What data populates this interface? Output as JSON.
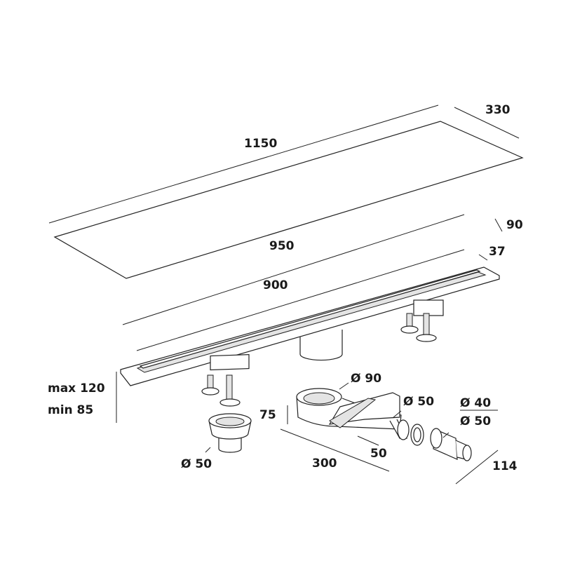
{
  "dimensions": {
    "grate_length": "1150",
    "grate_width": "330",
    "channel_length": "950",
    "channel_width": "90",
    "slot_length": "900",
    "slot_width": "37",
    "height_max": "max 120",
    "height_min": "min 85",
    "vertical_outlet_diameter": "Ø 50",
    "siphon_inlet_diameter": "Ø 90",
    "siphon_outlet_diameter": "Ø 50",
    "adapter_diameter_small": "Ø 40",
    "adapter_diameter_large": "Ø 50",
    "siphon_height": "75",
    "siphon_length": "300",
    "outlet_length": "50",
    "adapter_length": "114"
  }
}
